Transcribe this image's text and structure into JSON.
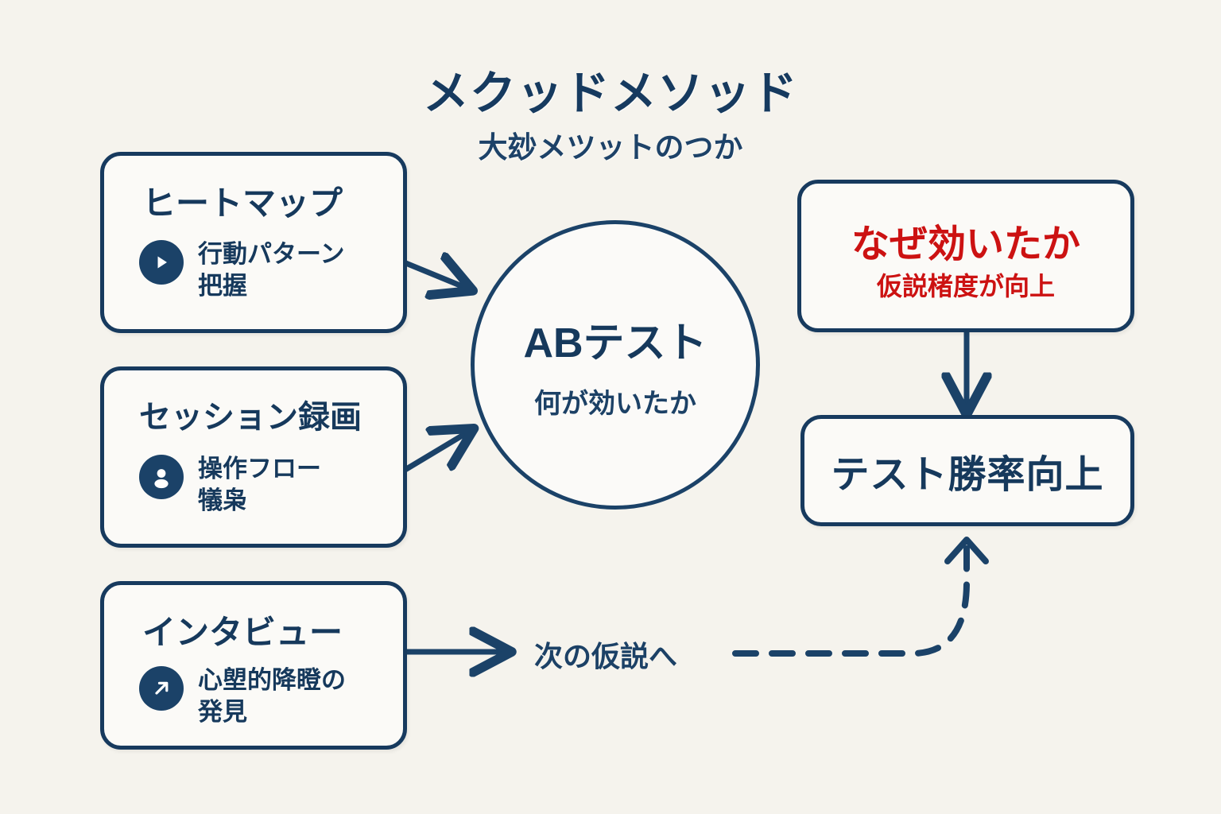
{
  "header": {
    "title": "メクッドメソッド",
    "subtitle": "大玅メツットのつか"
  },
  "colors": {
    "background": "#f5f3ed",
    "navy": "#16395c",
    "navy_border": "#173a5e",
    "red": "#cc1212",
    "card_fill": "#fbfaf7"
  },
  "sources": [
    {
      "title": "ヒートマップ",
      "icon": "play-icon",
      "desc": "行動パターン\n把握"
    },
    {
      "title": "セッション録画",
      "icon": "user-icon",
      "desc": "操作フロー\n犠枭"
    },
    {
      "title": "インタビュー",
      "icon": "arrow-up-right-icon",
      "desc": "心塱的降瞪の\n発見"
    }
  ],
  "center": {
    "title": "ABテスト",
    "subtitle": "何が効いたか"
  },
  "insight": {
    "title": "なぜ効いたか",
    "subtitle": "仮説楮度が向上"
  },
  "outcome": {
    "label": "テスト勝率向上"
  },
  "loop": {
    "label": "次の仮説へ"
  }
}
